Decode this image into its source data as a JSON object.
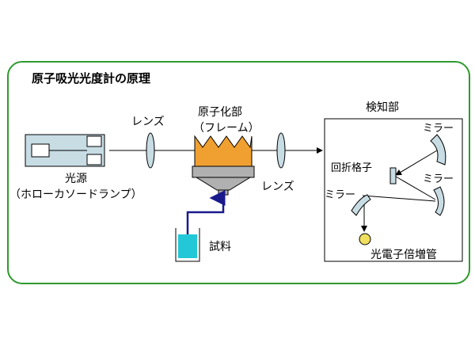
{
  "title": "原子吸光光度計の原理",
  "labels": {
    "lamp_line1": "光源",
    "lamp_line2": "（ホローカソードランプ）",
    "lens_left": "レンズ",
    "lens_right": "レンズ",
    "atomizer_line1": "原子化部",
    "atomizer_line2": "（フレーム）",
    "sample": "試料",
    "detector": "検知部",
    "mirror_top": "ミラー",
    "mirror_right": "ミラー",
    "mirror_left": "ミラー",
    "grating": "回折格子",
    "pmt": "光電子倍増管"
  },
  "colors": {
    "frame_border": "#2e9a2e",
    "flame": "#f0a030",
    "burner": "#b0b0b0",
    "lamp_body": "#c8dce4",
    "lens": "#c8dce4",
    "sample_liquid": "#22c8d8",
    "sample_tube": "#1a1a8c",
    "pmt_bulb": "#f0e060"
  }
}
